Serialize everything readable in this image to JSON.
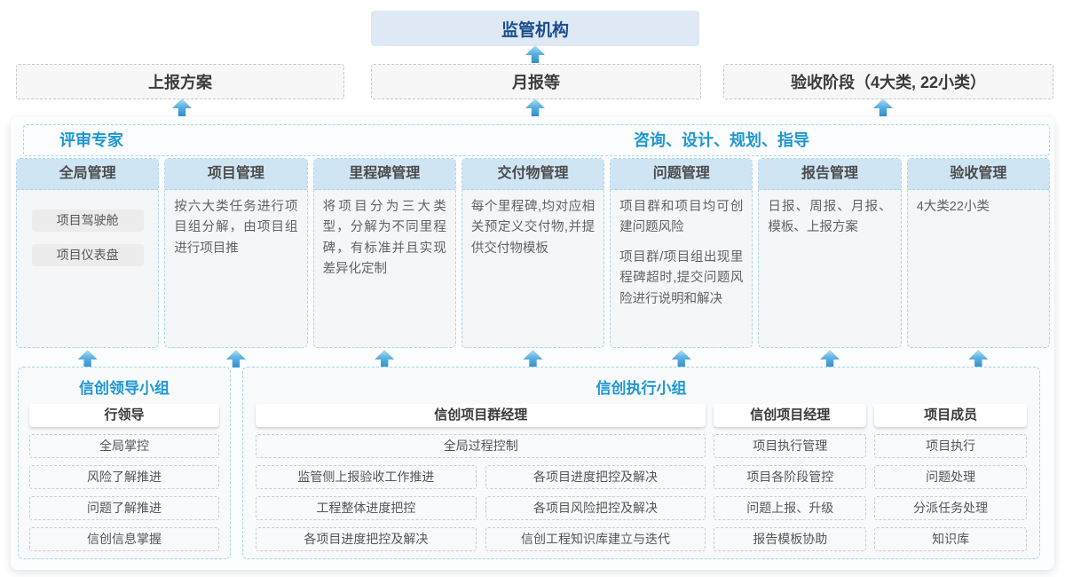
{
  "colors": {
    "accent_blue": "#1e97d4",
    "navy_text": "#1a4d8f",
    "regulator_fill": "#dfe9f5",
    "column_header_fill": "#cfe5f4",
    "dashed_blue_border": "#a9d3ec",
    "arrow_blue": "#2f8fd0"
  },
  "top": {
    "regulator": "监管机构",
    "boxes": [
      "上报方案",
      "月报等",
      "验收阶段（4大类, 22小类）"
    ]
  },
  "panel": {
    "experts": "评审专家",
    "consult": "咨询、设计、规划、指导",
    "columns": [
      {
        "title": "全局管理",
        "chips": [
          "项目驾驶舱",
          "项目仪表盘"
        ],
        "paragraphs": []
      },
      {
        "title": "项目管理",
        "paragraphs": [
          "按六大类任务进行项目组分解，由项目组进行项目推"
        ]
      },
      {
        "title": "里程碑管理",
        "paragraphs": [
          "将项目分为三大类型，分解为不同里程碑，有标准并且实现差异化定制"
        ]
      },
      {
        "title": "交付物管理",
        "paragraphs": [
          "每个里程碑,均对应相关预定义交付物,并提供交付物模板"
        ]
      },
      {
        "title": "问题管理",
        "paragraphs": [
          "项目群和项目均可创建问题风险",
          "项目群/项目组出现里程碑超时,提交问题风险进行说明和解决"
        ]
      },
      {
        "title": "报告管理",
        "paragraphs": [
          "日报、周报、月报、模板、上报方案"
        ]
      },
      {
        "title": "验收管理",
        "paragraphs": [
          "4大类22小类"
        ]
      }
    ]
  },
  "bottom": {
    "leader": {
      "title": "信创领导小组",
      "role": "行领导",
      "items": [
        "全局掌控",
        "风险了解推进",
        "问题了解推进",
        "信创信息掌握"
      ]
    },
    "exec": {
      "title": "信创执行小组",
      "pm_group": {
        "role": "信创项目群经理",
        "top_item": "全局过程控制",
        "rows": [
          [
            "监管侧上报验收工作推进",
            "各项目进度把控及解决"
          ],
          [
            "工程整体进度把控",
            "各项目风险把控及解决"
          ],
          [
            "各项目进度把控及解决",
            "信创工程知识库建立与迭代"
          ]
        ]
      },
      "pm": {
        "role": "信创项目经理",
        "items": [
          "项目执行管理",
          "项目各阶段管控",
          "问题上报、升级",
          "报告模板协助"
        ]
      },
      "member": {
        "role": "项目成员",
        "items": [
          "项目执行",
          "问题处理",
          "分派任务处理",
          "知识库"
        ]
      }
    }
  }
}
